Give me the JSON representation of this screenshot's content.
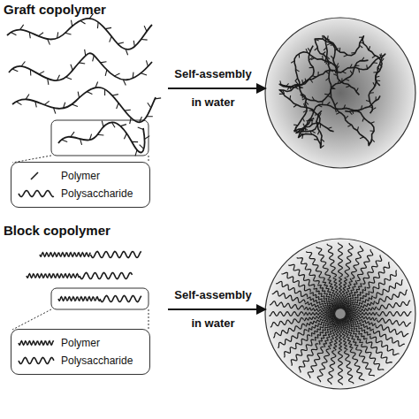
{
  "diagram": {
    "labels": [
      "Graft copolymer",
      "Self-assembly",
      "in water",
      "Block copolymer",
      "Self-assembly",
      "in water"
    ],
    "legend": [
      {
        "text": "Polymer"
      },
      {
        "text": "Polysaccharide"
      },
      {
        "text": "Polymer"
      },
      {
        "text": "Polysaccharide"
      }
    ]
  }
}
